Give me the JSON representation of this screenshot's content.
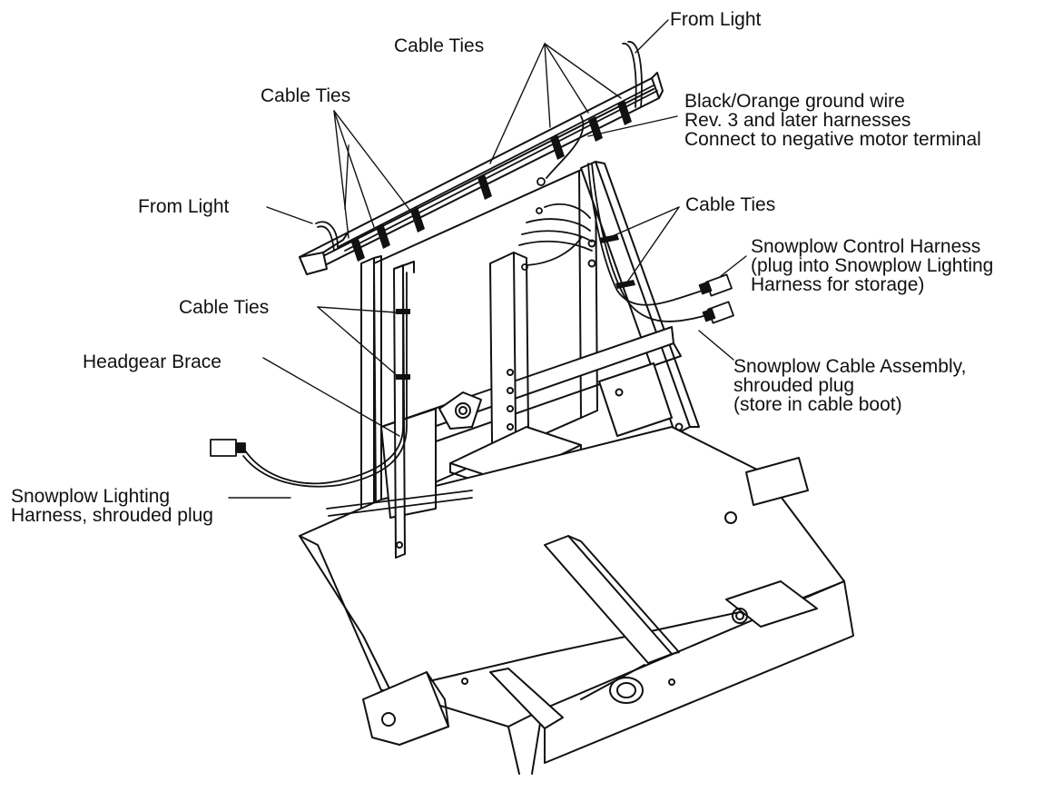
{
  "callouts": {
    "from_light_top": "From Light",
    "cable_ties_top": "Cable Ties",
    "cable_ties_left": "Cable Ties",
    "ground_wire": {
      "line1": "Black/Orange ground wire",
      "line2": "Rev. 3 and later harnesses",
      "line3": "Connect to negative motor terminal"
    },
    "from_light_left": "From Light",
    "cable_ties_right": "Cable Ties",
    "control_harness": {
      "line1": "Snowplow Control Harness",
      "line2": "(plug into Snowplow Lighting",
      "line3": "Harness for storage)"
    },
    "cable_ties_mid": "Cable Ties",
    "headgear_brace": "Headgear Brace",
    "cable_assembly": {
      "line1": "Snowplow Cable Assembly,",
      "line2": "shrouded plug",
      "line3": "(store in cable boot)"
    },
    "lighting_harness": {
      "line1": "Snowplow Lighting",
      "line2": "Harness, shrouded plug"
    }
  },
  "colors": {
    "ink": "#111111",
    "background": "#ffffff"
  }
}
